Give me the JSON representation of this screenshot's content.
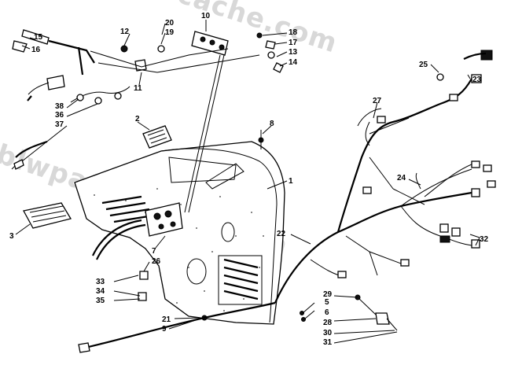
{
  "watermark": "blwpartscache.com",
  "callouts": [
    {
      "id": "c1",
      "text": "1"
    },
    {
      "id": "c2",
      "text": "2"
    },
    {
      "id": "c3",
      "text": "3"
    },
    {
      "id": "c5",
      "text": "5"
    },
    {
      "id": "c6",
      "text": "6"
    },
    {
      "id": "c7",
      "text": "7"
    },
    {
      "id": "c8",
      "text": "8"
    },
    {
      "id": "c9",
      "text": "9"
    },
    {
      "id": "c10",
      "text": "10"
    },
    {
      "id": "c11",
      "text": "11"
    },
    {
      "id": "c12",
      "text": "12"
    },
    {
      "id": "c13",
      "text": "13"
    },
    {
      "id": "c14",
      "text": "14"
    },
    {
      "id": "c15",
      "text": "15"
    },
    {
      "id": "c16",
      "text": "16"
    },
    {
      "id": "c17",
      "text": "17"
    },
    {
      "id": "c18",
      "text": "18"
    },
    {
      "id": "c19",
      "text": "19"
    },
    {
      "id": "c20",
      "text": "20"
    },
    {
      "id": "c21",
      "text": "21"
    },
    {
      "id": "c22",
      "text": "22"
    },
    {
      "id": "c23",
      "text": "23"
    },
    {
      "id": "c24",
      "text": "24"
    },
    {
      "id": "c25",
      "text": "25"
    },
    {
      "id": "c26",
      "text": "26"
    },
    {
      "id": "c27",
      "text": "27"
    },
    {
      "id": "c28",
      "text": "28"
    },
    {
      "id": "c29",
      "text": "29"
    },
    {
      "id": "c30",
      "text": "30"
    },
    {
      "id": "c31",
      "text": "31"
    },
    {
      "id": "c32",
      "text": "32"
    },
    {
      "id": "c33",
      "text": "33"
    },
    {
      "id": "c34",
      "text": "34"
    },
    {
      "id": "c35",
      "text": "35"
    },
    {
      "id": "c36",
      "text": "36"
    },
    {
      "id": "c37",
      "text": "37"
    },
    {
      "id": "c38",
      "text": "38"
    }
  ]
}
